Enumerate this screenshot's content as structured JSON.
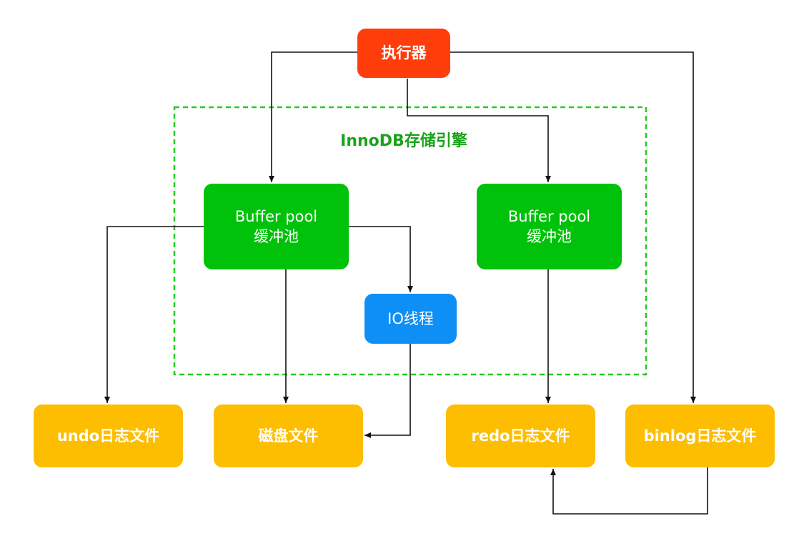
{
  "executor": {
    "label": "执行器",
    "color": "#ff3d0b"
  },
  "engine": {
    "label": "InnoDB存储引擎",
    "border_color": "#22cc22",
    "border_style": "dashed"
  },
  "buffer_pool_left": {
    "line1": "Buffer pool",
    "line2": "缓冲池",
    "color": "#00c20a"
  },
  "buffer_pool_right": {
    "line1": "Buffer pool",
    "line2": "缓冲池",
    "color": "#00c20a"
  },
  "io_thread": {
    "label": "IO线程",
    "color": "#0e8ff5"
  },
  "files": {
    "undo": "undo日志文件",
    "disk": "磁盘文件",
    "redo": "redo日志文件",
    "binlog": "binlog日志文件",
    "color": "#fdbd00"
  },
  "connectors": [
    {
      "from": "executor",
      "to": "buffer_pool_left"
    },
    {
      "from": "executor",
      "to": "buffer_pool_right"
    },
    {
      "from": "executor",
      "to": "binlog_file"
    },
    {
      "from": "buffer_pool_left",
      "to": "undo_file"
    },
    {
      "from": "buffer_pool_left",
      "to": "disk_file"
    },
    {
      "from": "buffer_pool_left",
      "to": "io_thread"
    },
    {
      "from": "io_thread",
      "to": "disk_file"
    },
    {
      "from": "buffer_pool_right",
      "to": "redo_file"
    },
    {
      "from": "binlog_file",
      "to": "redo_file"
    }
  ]
}
